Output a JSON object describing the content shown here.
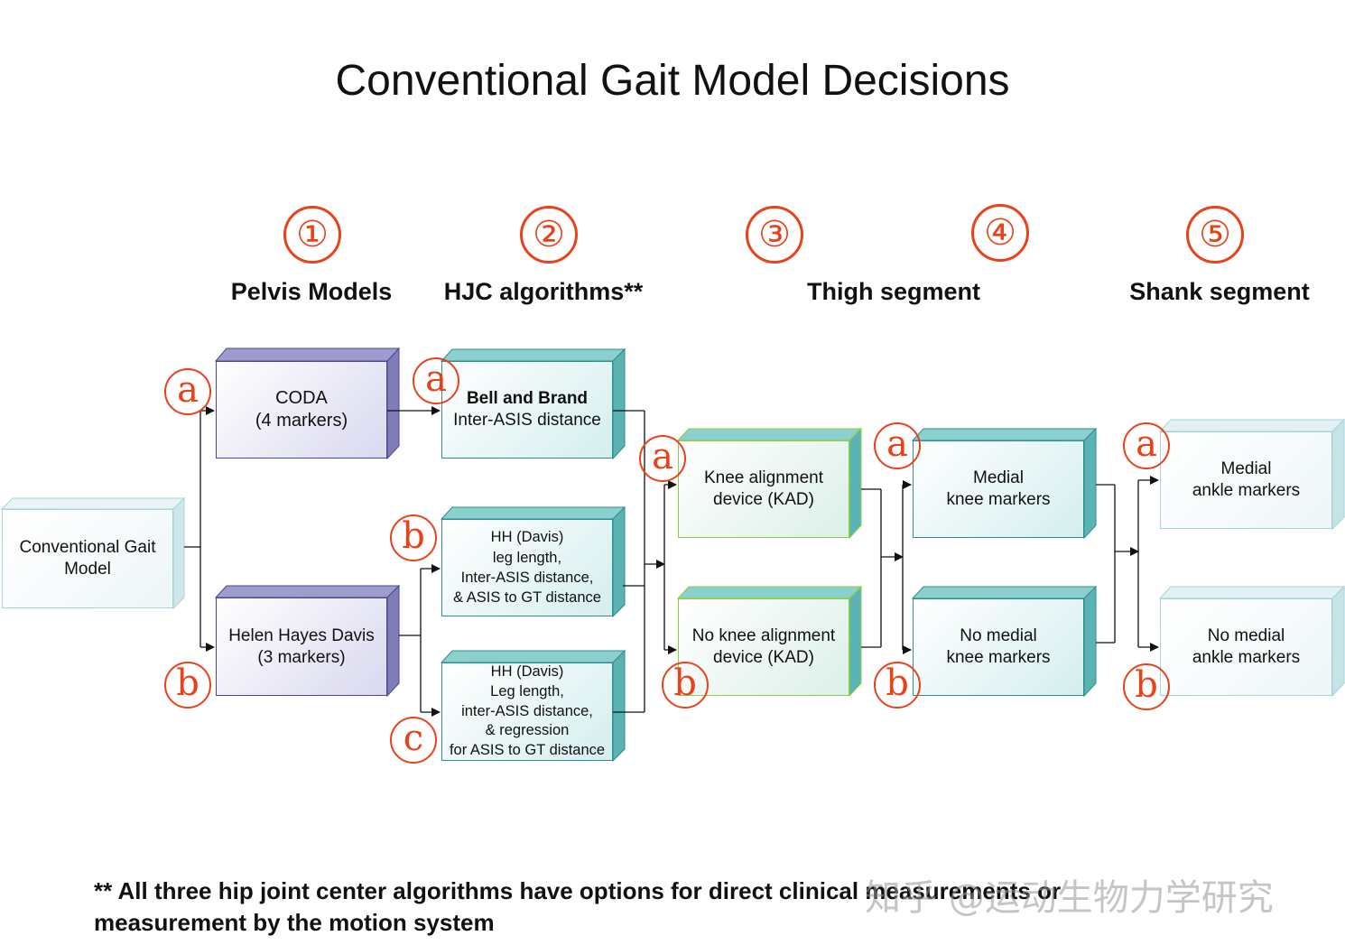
{
  "title": "Conventional Gait Model Decisions",
  "steps": [
    "①",
    "②",
    "③",
    "④",
    "⑤"
  ],
  "headings": {
    "pelvis": "Pelvis Models",
    "hjc": "HJC algorithms**",
    "thigh": "Thigh segment",
    "shank": "Shank segment"
  },
  "root": {
    "line1": "Conventional Gait",
    "line2": "Model"
  },
  "pelvis": {
    "a": {
      "line1": "CODA",
      "line2": "(4 markers)"
    },
    "b": {
      "line1": "Helen Hayes Davis",
      "line2": "(3 markers)"
    }
  },
  "hjc": {
    "a": {
      "line1": "Bell and Brand",
      "line2": "Inter-ASIS distance"
    },
    "b": {
      "line1": "HH (Davis)",
      "line2": "leg length,",
      "line3": "Inter-ASIS distance,",
      "line4": "& ASIS to GT distance"
    },
    "c": {
      "line1": "HH (Davis)",
      "line2": "Leg length,",
      "line3": "inter-ASIS distance,",
      "line4": "& regression",
      "line5": "for ASIS to GT distance"
    }
  },
  "thigh": {
    "a": {
      "line1": "Knee alignment",
      "line2": "device (KAD)"
    },
    "b": {
      "line1": "No knee alignment",
      "line2": "device (KAD)"
    }
  },
  "knee": {
    "a": {
      "line1": "Medial",
      "line2": "knee markers"
    },
    "b": {
      "line1": "No medial",
      "line2": "knee markers"
    }
  },
  "shank": {
    "a": {
      "line1": "Medial",
      "line2": "ankle markers"
    },
    "b": {
      "line1": "No medial",
      "line2": "ankle markers"
    }
  },
  "option_letters": {
    "a": "a",
    "b": "b",
    "c": "c"
  },
  "footnote": {
    "line1": "** All three hip joint center algorithms have options for direct clinical measurements or",
    "line2": "measurement by the motion system"
  },
  "watermark": "知乎 @运动生物力学研究",
  "colors": {
    "accent_red": "#e8421a",
    "purple_border": "#4a4a8a",
    "teal_border": "#2e8f8f",
    "green_border": "#8ccf3c",
    "pale_border": "#a7d3d9"
  }
}
